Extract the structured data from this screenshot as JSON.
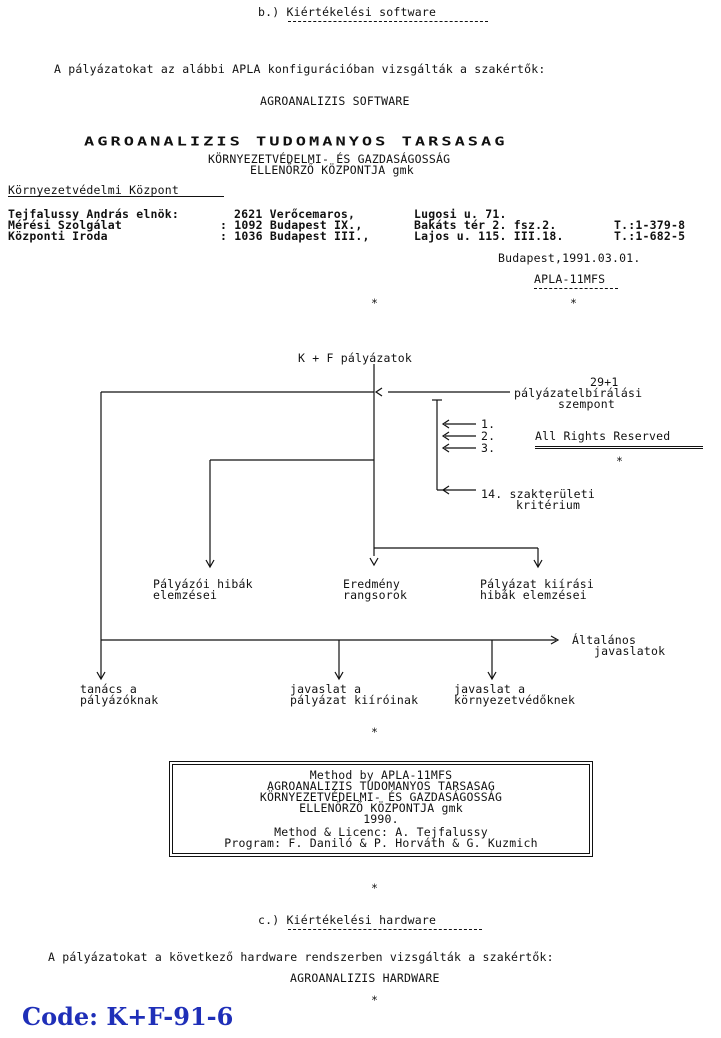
{
  "section_b": {
    "heading": "b.) Kiértékelési software",
    "intro": "A pályázatokat az alábbi APLA konfigurációban vizsgálták a szakértők:",
    "software_name": "AGROANALIZIS SOFTWARE"
  },
  "letterhead": {
    "org_name": "AGROANALIZIS TUDOMANYOS TARSASAG",
    "org_sub1": "KÖRNYEZETVÉDELMI- ÉS GAZDASÁGOSSÁG",
    "org_sub2": "ELLENŐRZŐ KÖZPONTJA gmk",
    "center": "Környezetvédelmi Központ",
    "rows": [
      {
        "role": "Tejfalussy András elnök:",
        "addr": "2621 Verőcemaros,",
        "street": "Lugosi u. 71.",
        "phone": ""
      },
      {
        "role": "Mérési Szolgálat",
        "addr": ": 1092 Budapest IX.,",
        "street": "Bakáts tér 2. fsz.2.",
        "phone": "T.:1-379-8"
      },
      {
        "role": "Központi Iroda",
        "addr": ": 1036 Budapest III.,",
        "street": "Lajos u. 115. III.18.",
        "phone": "T.:1-682-5"
      }
    ],
    "date": "Budapest,1991.03.01.",
    "ref": "APLA-11MFS",
    "star1": "*",
    "star2": "*"
  },
  "diagram": {
    "top": "K + F pályázatok",
    "criteria_title1": "29+1",
    "criteria_title2": "pályázatelbírálási",
    "criteria_title3": "szempont",
    "item1": "1.",
    "item2": "2.",
    "item3": "3.",
    "rights": "All Rights Reserved",
    "rights_star": "*",
    "item14a": "14. szakterületi",
    "item14b": "kritérium",
    "out1a": "Pályázói hibák",
    "out1b": "elemzései",
    "out2a": "Eredmény",
    "out2b": "rangsorok",
    "out3a": "Pályázat kiírási",
    "out3b": "hibák elemzései",
    "general_a": "Általános",
    "general_b": "javaslatok",
    "rec1a": "tanács a",
    "rec1b": "pályázóknak",
    "rec2a": "javaslat a",
    "rec2b": "pályázat kiíróinak",
    "rec3a": "javaslat a",
    "rec3b": "környezetvédőknek",
    "star": "*"
  },
  "method_box": {
    "lines": [
      "Method by APLA-11MFS",
      "AGROANALIZIS TUDOMANYOS TARSASAG",
      "KÖRNYEZETVÉDELMI- ÉS GAZDASÁGOSSÁG",
      "ELLENŐRZŐ KÖZPONTJA gmk",
      "1990.",
      "Method & Licenc: A. Tejfalussy",
      "Program: F. Daniló & P. Horváth & G. Kuzmich"
    ],
    "star": "*"
  },
  "section_c": {
    "heading": "c.) Kiértékelési hardware",
    "intro": "A pályázatokat a következő hardware rendszerben vizsgálták a szakértők:",
    "hardware_name": "AGROANALIZIS HARDWARE",
    "star": "*"
  },
  "code": "Code: K+F-91-6"
}
